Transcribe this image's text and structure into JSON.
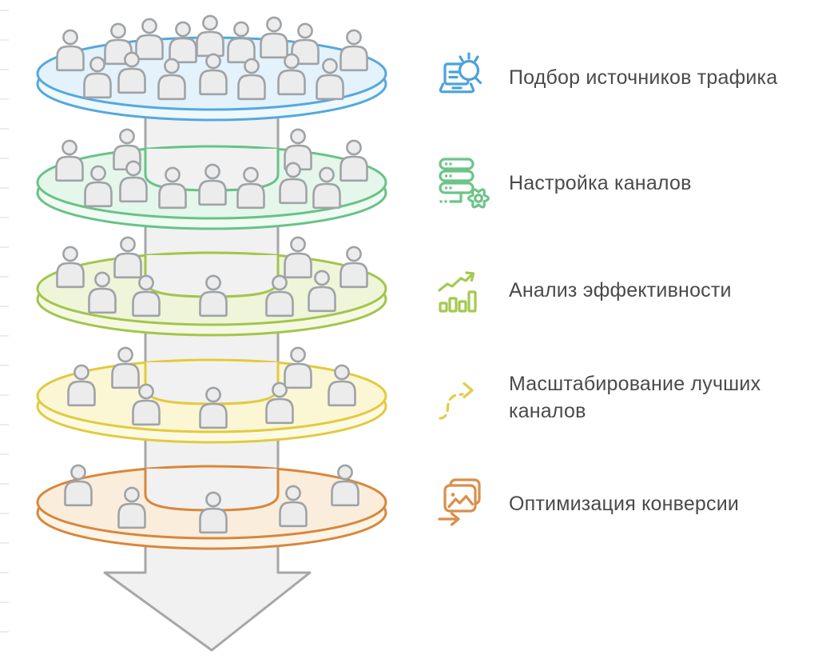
{
  "canvas": {
    "bg": "#ffffff",
    "edge_dash_color": "#ececec",
    "text_color": "#4a4a4a"
  },
  "funnel": {
    "arrow": {
      "fill": "#f1f1f2",
      "stroke": "#a7a7a7"
    },
    "person": {
      "fill": "#ececed",
      "stroke": "#9fa3a6"
    },
    "layers": [
      {
        "id": "stage-1",
        "stroke": "#55a8db",
        "top_fill": "#e3f2fb",
        "side_fill": "#eef8fd",
        "people_count": 16,
        "people": [
          [
            -177,
            -6
          ],
          [
            -117,
            -14
          ],
          [
            -78,
            -20
          ],
          [
            -36,
            -16
          ],
          [
            -2,
            -24
          ],
          [
            37,
            -16
          ],
          [
            78,
            -22
          ],
          [
            117,
            -14
          ],
          [
            178,
            -6
          ],
          [
            -143,
            28
          ],
          [
            -100,
            22
          ],
          [
            -50,
            30
          ],
          [
            2,
            24
          ],
          [
            50,
            30
          ],
          [
            100,
            24
          ],
          [
            148,
            30
          ]
        ]
      },
      {
        "id": "stage-2",
        "stroke": "#68c287",
        "top_fill": "#e4f7ea",
        "side_fill": "#f0fbf3",
        "people_count": 11,
        "people": [
          [
            -178,
            -4
          ],
          [
            -106,
            -18
          ],
          [
            108,
            -18
          ],
          [
            178,
            -4
          ],
          [
            -142,
            28
          ],
          [
            -98,
            22
          ],
          [
            -49,
            30
          ],
          [
            1,
            26
          ],
          [
            49,
            30
          ],
          [
            102,
            24
          ],
          [
            144,
            30
          ]
        ]
      },
      {
        "id": "stage-3",
        "stroke": "#a3c54b",
        "top_fill": "#eef5d8",
        "side_fill": "#f5f9e4",
        "people_count": 9,
        "people": [
          [
            -177,
            -4
          ],
          [
            -105,
            -16
          ],
          [
            108,
            -16
          ],
          [
            178,
            -4
          ],
          [
            -137,
            28
          ],
          [
            -82,
            32
          ],
          [
            2,
            32
          ],
          [
            85,
            32
          ],
          [
            138,
            26
          ]
        ]
      },
      {
        "id": "stage-4",
        "stroke": "#e2ca3f",
        "top_fill": "#fbf6d4",
        "side_fill": "#fdfae4",
        "people_count": 7,
        "people": [
          [
            -163,
            10
          ],
          [
            -108,
            -12
          ],
          [
            108,
            -12
          ],
          [
            163,
            10
          ],
          [
            -82,
            34
          ],
          [
            2,
            38
          ],
          [
            85,
            32
          ]
        ]
      },
      {
        "id": "stage-5",
        "stroke": "#d8873c",
        "top_fill": "#fbeddc",
        "side_fill": "#fdf4e8",
        "people_count": 5,
        "people": [
          [
            -167,
            2
          ],
          [
            -100,
            30
          ],
          [
            2,
            36
          ],
          [
            102,
            28
          ],
          [
            167,
            2
          ]
        ]
      }
    ]
  },
  "steps": [
    {
      "icon": "laptop-search-icon",
      "color": "#4aa3da",
      "lines": [
        "Подбор источников трафика",
        ""
      ]
    },
    {
      "icon": "server-gear-icon",
      "color": "#6cc487",
      "lines": [
        "Настройка каналов",
        ""
      ]
    },
    {
      "icon": "growth-chart-icon",
      "color": "#a4c94f",
      "lines": [
        "Анализ эффективности",
        ""
      ]
    },
    {
      "icon": "dashed-arrow-icon",
      "color": "#e3cc49",
      "lines": [
        "Масштабирование лучших",
        "каналов"
      ]
    },
    {
      "icon": "images-arrow-icon",
      "color": "#d98f49",
      "lines": [
        "Оптимизация конверсии",
        ""
      ]
    }
  ]
}
